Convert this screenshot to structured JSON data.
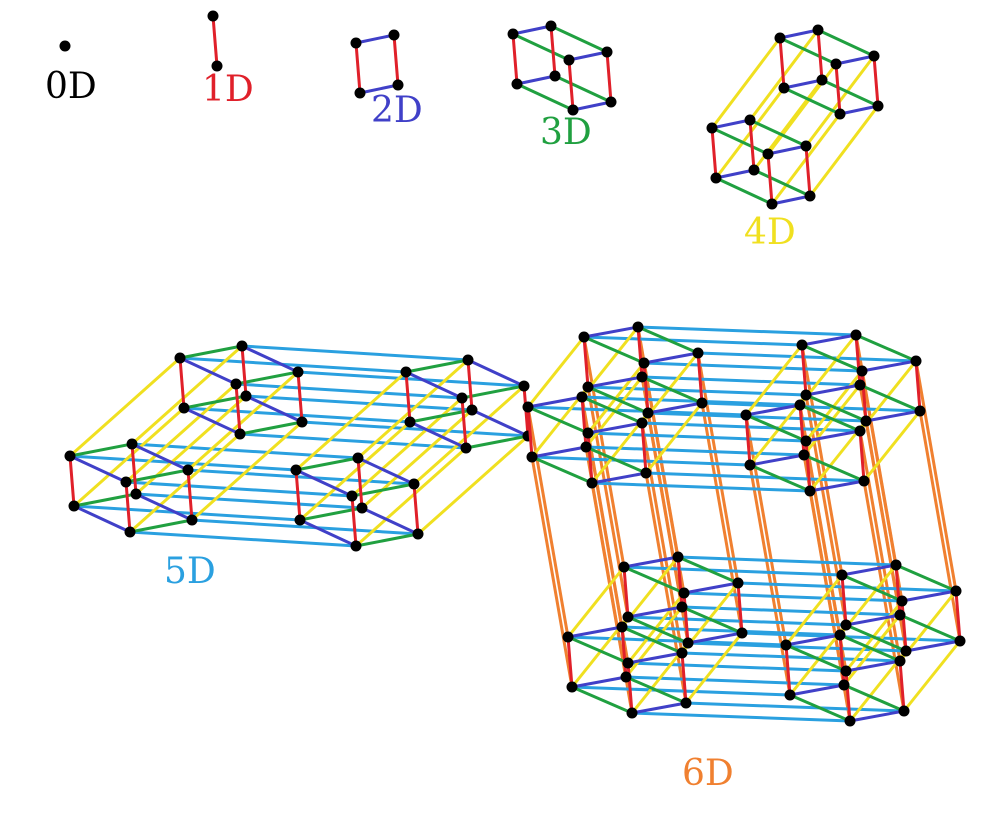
{
  "labels": {
    "d0": "0D",
    "d1": "1D",
    "d2": "2D",
    "d3": "3D",
    "d4": "4D",
    "d5": "5D",
    "d6": "6D"
  },
  "colors": {
    "background": "#ffffff",
    "vertex": "#000000",
    "dim0": "#000000",
    "dim1": "#e0202a",
    "dim2": "#4040c8",
    "dim3": "#20a040",
    "dim4": "#f0e020",
    "dim5": "#2aa0e0",
    "dim6": "#f08030"
  }
}
